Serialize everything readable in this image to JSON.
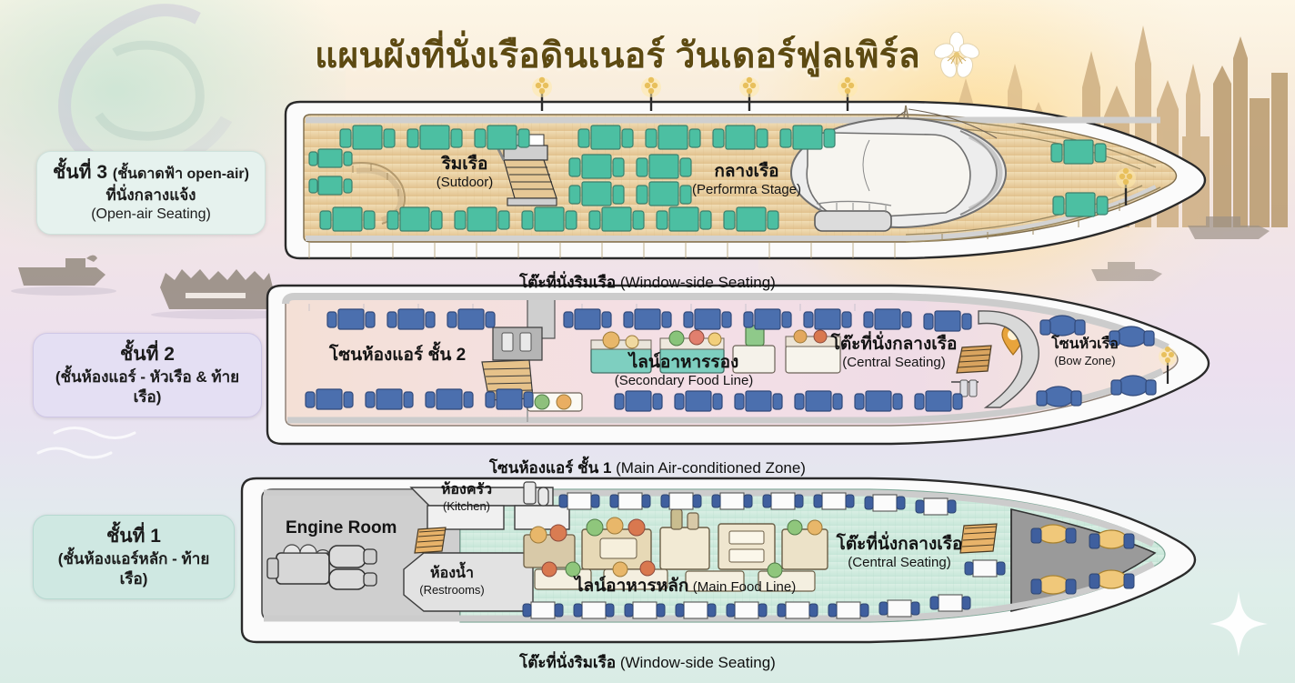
{
  "header": {
    "title": "แผนผังที่นั่งเรือดินเนอร์ วันเดอร์ฟูลเพิร์ล",
    "flower_icon": "orchid-icon"
  },
  "colors": {
    "title_text": "#5d4a12",
    "deck3_badge_bg": "#e6f2ee",
    "deck2_badge_bg": "#e4dff3",
    "deck1_badge_bg": "#cfe8e2",
    "deck3_floor": "#e8cfa0",
    "deck3_chair": "#4cbfa2",
    "deck2_floor": "#f0dcdf",
    "deck2_chair": "#4b6fae",
    "deck1_floor": "#cfe9dd",
    "deck1_chair": "#3f5f9e",
    "deck1_bow_floor": "#9a9a9a",
    "deck1_bow_table": "#f0c87a",
    "hull": "#f2f2f2"
  },
  "decks": [
    {
      "id": "deck3",
      "badge": {
        "line1_main": "ชั้นที่ 3",
        "line1_sub": "(ชั้นดาดฟ้า open-air)",
        "line2": "ที่นั่งกลางแจ้ง",
        "line3": "(Open-air Seating)"
      },
      "zones": [
        {
          "th": "ริมเรือ",
          "en": "(Sutdoor)"
        },
        {
          "th": "กลางเรือ",
          "en": "(Performra Stage)"
        }
      ],
      "caption_th": "โต๊ะที่นั่งริมเรือ",
      "caption_en": "(Window-side Seating)"
    },
    {
      "id": "deck2",
      "badge": {
        "line1_main": "ชั้นที่ 2",
        "line1_sub": "",
        "line2": "(ชั้นห้องแอร์ - หัวเรือ & ท้ายเรือ)",
        "line3": ""
      },
      "zones": [
        {
          "th": "โซนห้องแอร์ ชั้น 2",
          "en": ""
        },
        {
          "th": "ไลน์อาหารรอง",
          "en": "(Secondary Food Line)"
        },
        {
          "th": "โต๊ะที่นั่งกลางเรือ",
          "en": "(Central Seating)"
        },
        {
          "th": "โซนหัวเรือ",
          "en": "(Bow Zone)"
        }
      ],
      "caption_th": "โซนห้องแอร์ ชั้น 1",
      "caption_en": "(Main Air-conditioned Zone)"
    },
    {
      "id": "deck1",
      "badge": {
        "line1_main": "ชั้นที่ 1",
        "line1_sub": "",
        "line2": "(ชั้นห้องแอร์หลัก - ท้ายเรือ)",
        "line3": ""
      },
      "zones": [
        {
          "th": "Engine Room",
          "en": ""
        },
        {
          "th": "ห้องครัว",
          "en": "(Kitchen)"
        },
        {
          "th": "ห้องน้ำ",
          "en": "(Restrooms)"
        },
        {
          "th": "ไลน์อาหารหลัก",
          "en": "(Main Food Line)"
        },
        {
          "th": "โต๊ะที่นั่งกลางเรือ",
          "en": "(Central Seating)"
        }
      ],
      "caption_th": "โต๊ะที่นั่งริมเรือ",
      "caption_en": "(Window-side Seating)"
    }
  ]
}
